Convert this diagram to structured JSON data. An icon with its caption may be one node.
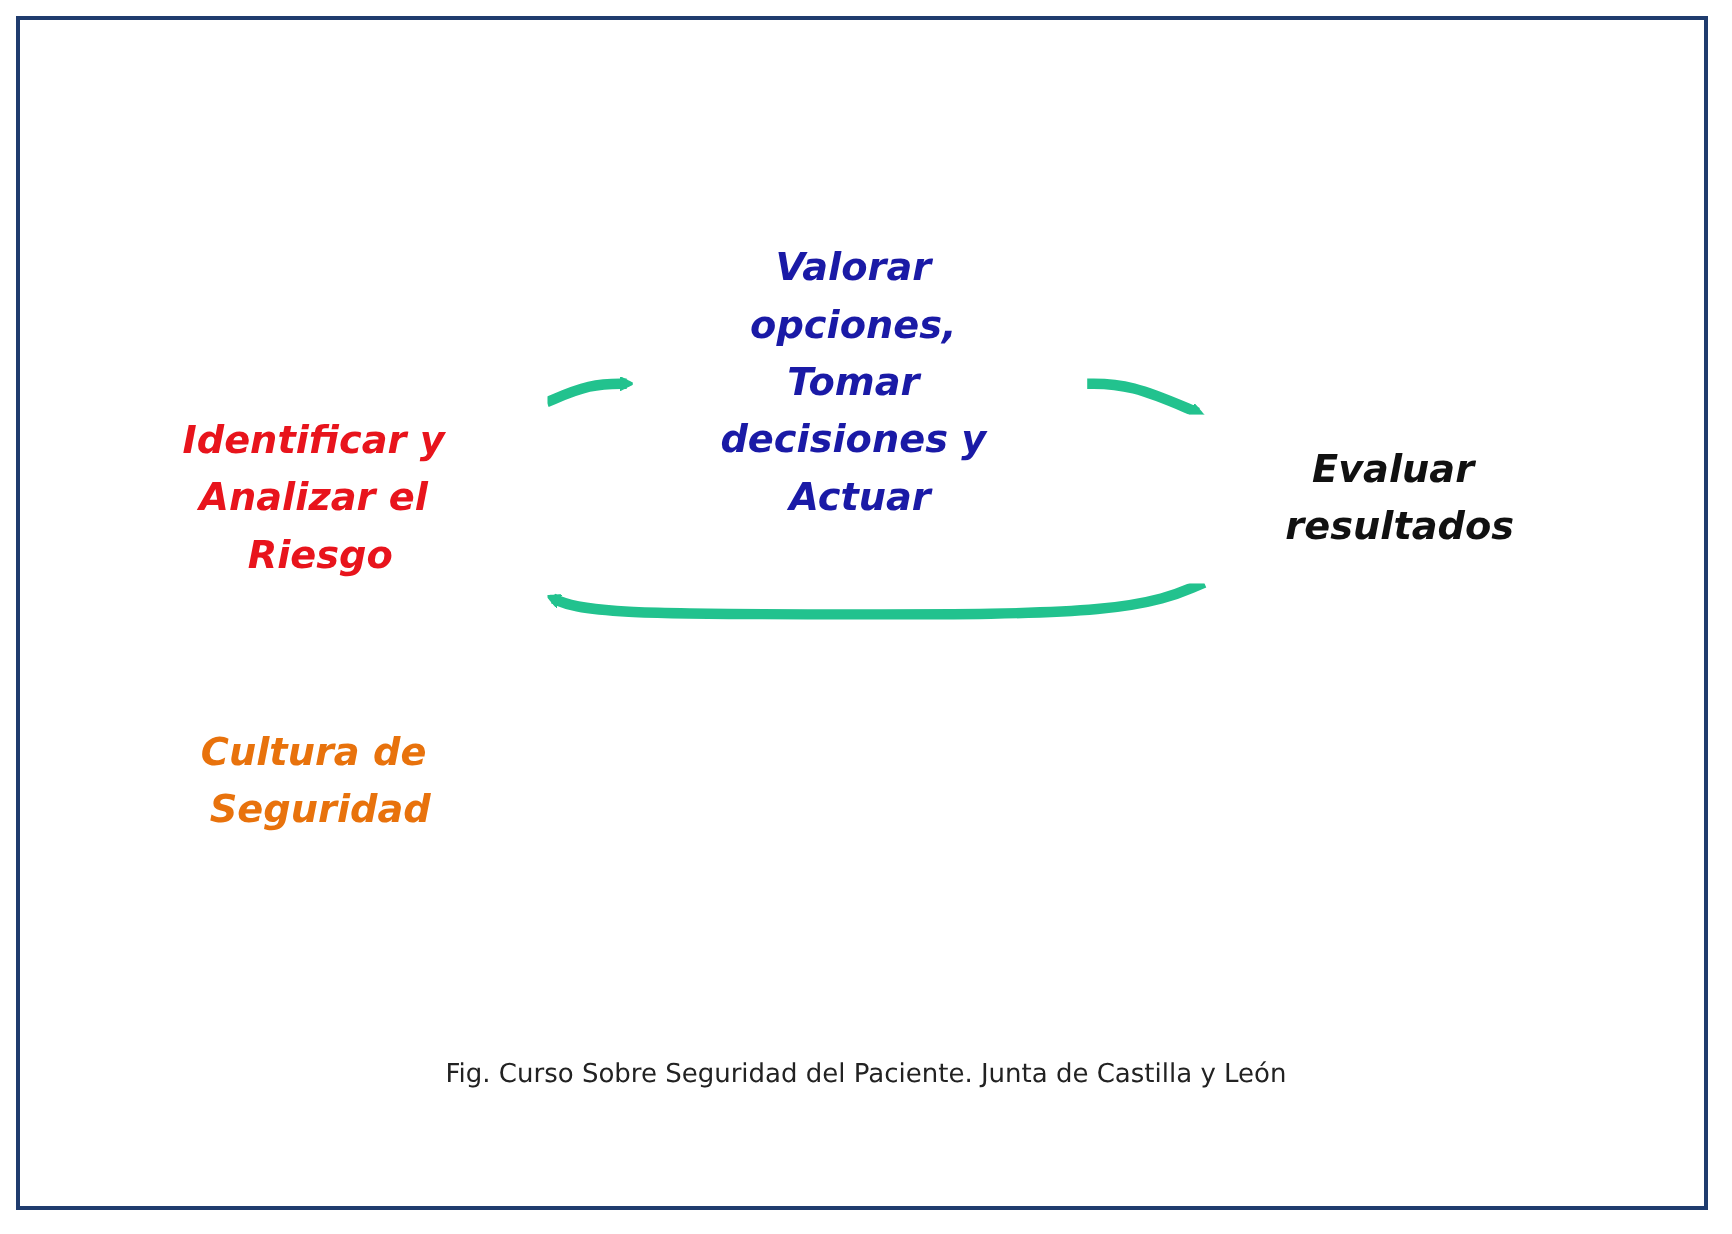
{
  "diagram": {
    "caption": "Fig. Curso Sobre Seguridad del Paciente. Junta de Castilla y León",
    "nodes": [
      {
        "text": [
          "Identificar y Analizar el Riesgo"
        ]
      },
      {
        "text": [
          "Valorar opciones, Tomar decisiones y Actuar"
        ]
      },
      {
        "text": [
          "Evaluar resultados"
        ]
      },
      {
        "text": [
          "Cultura de Seguridad"
        ]
      }
    ],
    "edges": [
      {
        "from": 0,
        "to": 1,
        "arrow": "to"
      },
      {
        "from": 1,
        "to": 2,
        "arrow": "to"
      },
      {
        "from": 2,
        "to": 0,
        "arrow": "to"
      }
    ]
  }
}
